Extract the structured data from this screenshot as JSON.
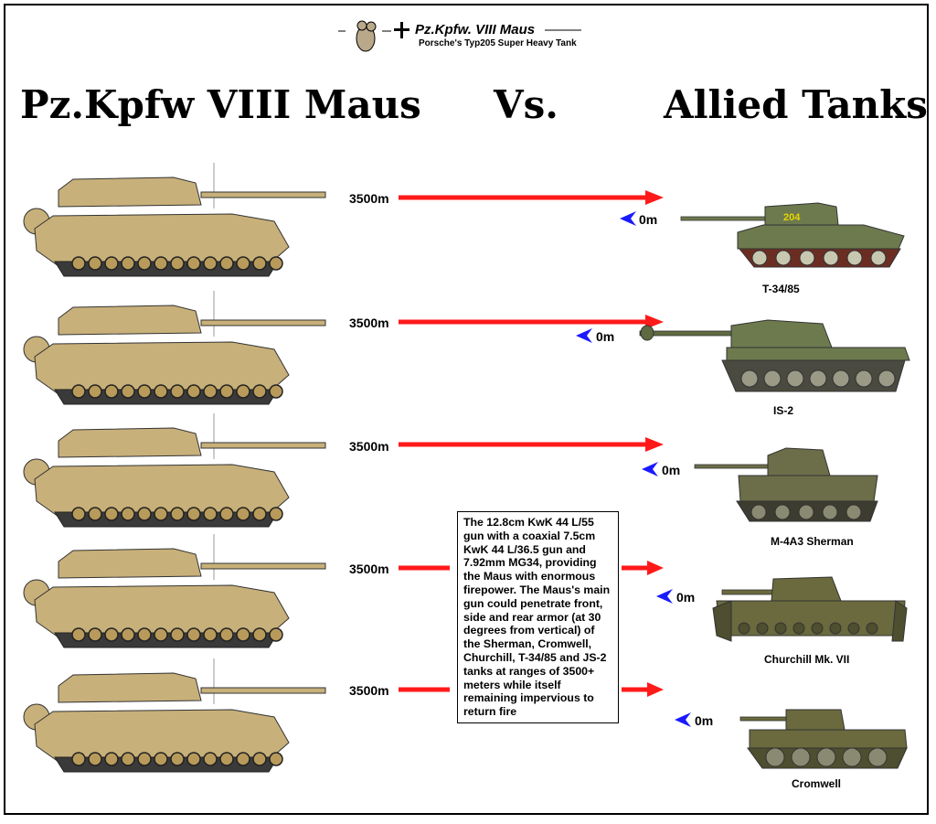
{
  "header": {
    "title": "Pz.Kpfw. VIII Maus",
    "subtitle": "Porsche's Typ205 Super Heavy Tank"
  },
  "headings": {
    "left": "Pz.Kpfw VIII Maus",
    "middle": "Vs.",
    "right": "Allied Tanks"
  },
  "rows": [
    {
      "range": "3500m",
      "zero": "0m",
      "tank": "T-34/85"
    },
    {
      "range": "3500m",
      "zero": "0m",
      "tank": "IS-2"
    },
    {
      "range": "3500m",
      "zero": "0m",
      "tank": "M-4A3 Sherman"
    },
    {
      "range": "3500m",
      "zero": "0m",
      "tank": "Churchill Mk. VII"
    },
    {
      "range": "3500m",
      "zero": "0m",
      "tank": "Cromwell"
    }
  ],
  "info": "The 12.8cm KwK 44 L/55 gun with a coaxial 7.5cm KwK 44 L/36.5 gun and 7.92mm MG34, providing the Maus with enormous firepower. The Maus's main gun could penetrate front, side and rear armor (at 30 degrees from vertical) of the Sherman, Cromwell, Churchill, T-34/85 and JS-2 tanks at ranges of 3500+ meters while itself remaining impervious to return fire",
  "turret_number": "204",
  "colors": {
    "maus": "#c8b07a",
    "red_arrow": "#ff1a1a",
    "blue_arrow": "#1a1aff",
    "soviet_green": "#6d7a4e",
    "us_green": "#6b6e48",
    "uk_green": "#6a6a3e"
  }
}
